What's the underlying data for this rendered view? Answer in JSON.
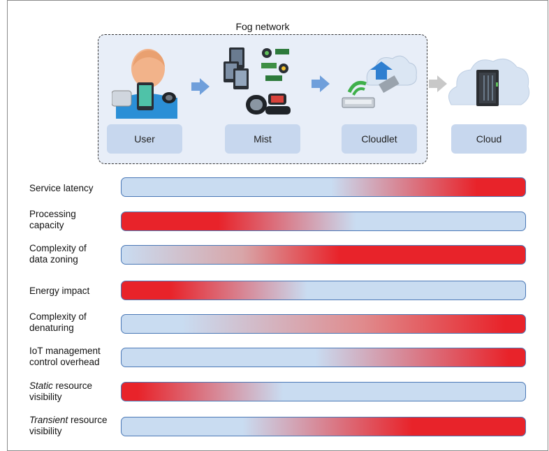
{
  "diagram": {
    "fog_title": "Fog network",
    "tiers": [
      {
        "label": "User",
        "icon": "user-with-wearables-icon"
      },
      {
        "label": "Mist",
        "icon": "devices-cluster-icon"
      },
      {
        "label": "Cloudlet",
        "icon": "cloudlet-router-icon"
      },
      {
        "label": "Cloud",
        "icon": "server-cloud-icon"
      }
    ],
    "colors": {
      "low": "#c9dcf1",
      "high": "#e8232a",
      "border": "#4a78b6",
      "fog_bg": "#e8eef8",
      "label_bg": "#c7d7ee",
      "arrow_blue": "#6f9fdb",
      "arrow_gray": "#c8c8c8"
    },
    "metrics": [
      {
        "label_pre": "",
        "label_em": "",
        "label_post": "Service latency",
        "gradient": "rising-right"
      },
      {
        "label_pre": "",
        "label_em": "",
        "label_post": "Processing capacity",
        "gradient": "high-left"
      },
      {
        "label_pre": "",
        "label_em": "",
        "label_post": "Complexity of data zoning",
        "gradient": "rising-middle"
      },
      {
        "label_pre": "",
        "label_em": "",
        "label_post": "Energy impact",
        "gradient": "high-far-left"
      },
      {
        "label_pre": "",
        "label_em": "",
        "label_post": "Complexity of denaturing",
        "gradient": "rising-gradual"
      },
      {
        "label_pre": "",
        "label_em": "",
        "label_post": "IoT management control overhead",
        "gradient": "rising-late"
      },
      {
        "label_pre": "",
        "label_em": "Static",
        "label_post": " resource visibility",
        "gradient": "high-left-edge"
      },
      {
        "label_pre": "",
        "label_em": "Transient",
        "label_post": " resource visibility",
        "gradient": "rising-right-mid"
      }
    ]
  }
}
